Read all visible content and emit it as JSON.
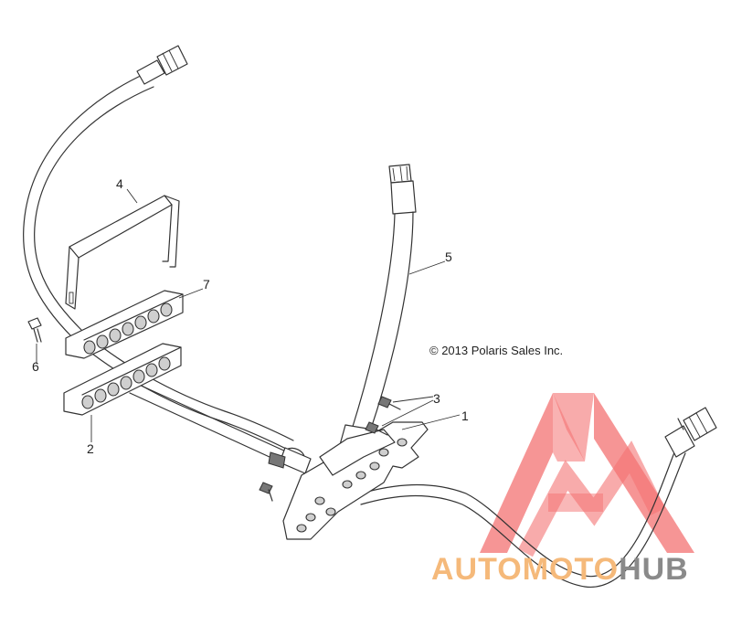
{
  "diagram": {
    "copyright": "© 2013 Polaris Sales Inc.",
    "callouts": [
      {
        "id": "1",
        "label": "1"
      },
      {
        "id": "2",
        "label": "2"
      },
      {
        "id": "3",
        "label": "3"
      },
      {
        "id": "4",
        "label": "4"
      },
      {
        "id": "5",
        "label": "5"
      },
      {
        "id": "6",
        "label": "6"
      },
      {
        "id": "7",
        "label": "7"
      }
    ]
  },
  "watermark": {
    "brand_part1": "AUTOMOTO",
    "brand_part2": "HUB",
    "colors": {
      "logo_red": "#f25a5a",
      "text_orange": "#f5b97a",
      "text_gray": "#8a8a8a"
    }
  }
}
